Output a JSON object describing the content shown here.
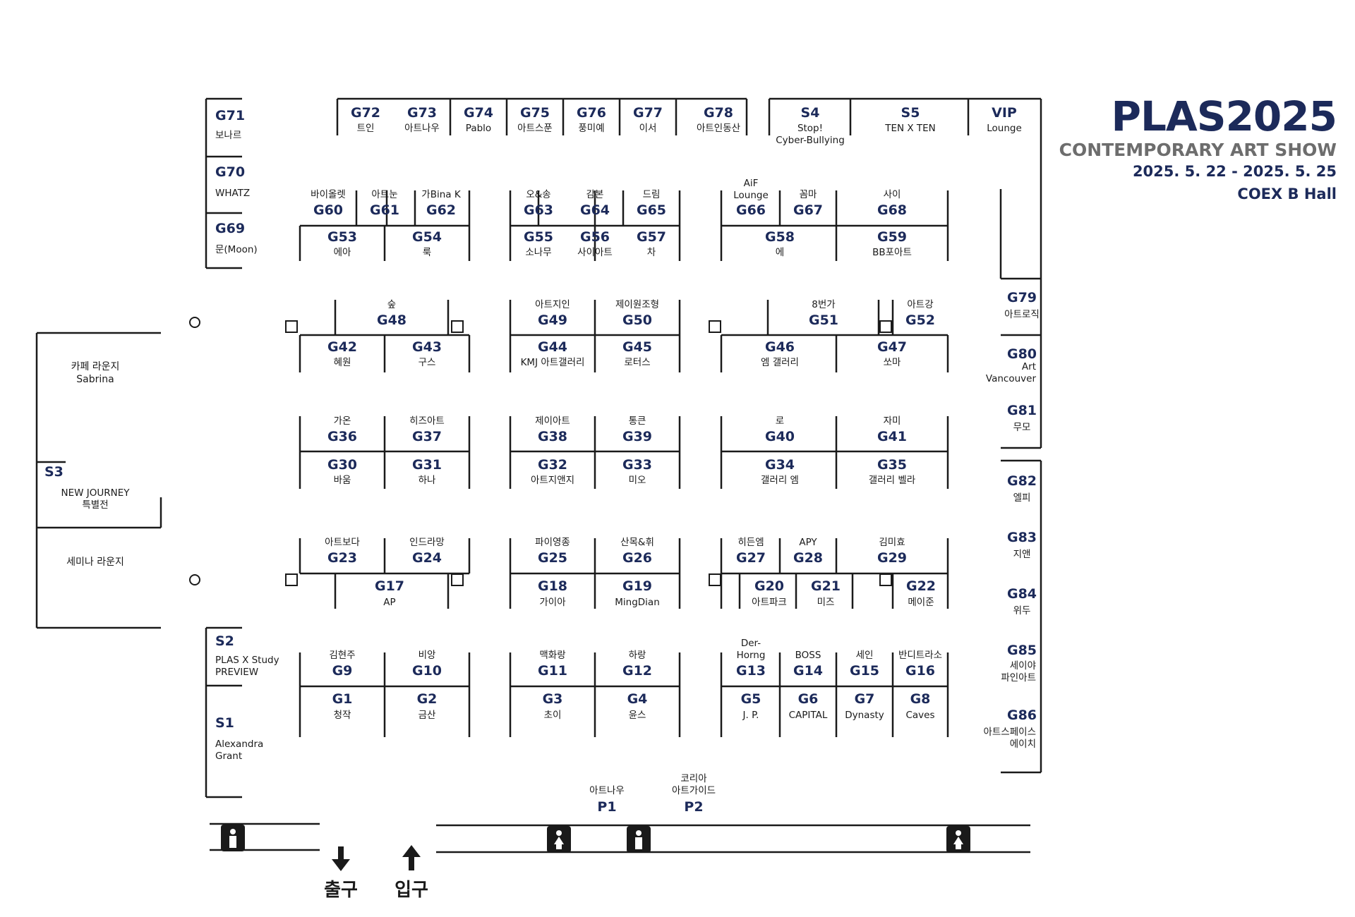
{
  "brand": {
    "logo": "PLAS2025",
    "subtitle": "CONTEMPORARY ART SHOW",
    "dates": "2025. 5. 22 - 2025. 5. 25",
    "venue": "COEX B Hall"
  },
  "lounges": {
    "cafe": [
      "카페 라운지",
      "Sabrina"
    ],
    "seminar": [
      "세미나 라운지"
    ]
  },
  "exits": {
    "exit_label": "출구",
    "entrance_label": "입구"
  },
  "booths": [
    {
      "code": "G72",
      "name": [
        "트인"
      ]
    },
    {
      "code": "G73",
      "name": [
        "아트나우"
      ]
    },
    {
      "code": "G74",
      "name": [
        "Pablo"
      ]
    },
    {
      "code": "G75",
      "name": [
        "아트스푼"
      ]
    },
    {
      "code": "G76",
      "name": [
        "풍미예"
      ]
    },
    {
      "code": "G77",
      "name": [
        "이서"
      ]
    },
    {
      "code": "G78",
      "name": [
        "아트인동산"
      ]
    },
    {
      "code": "S4",
      "name": [
        "Stop!",
        "Cyber-Bullying"
      ]
    },
    {
      "code": "S5",
      "name": [
        "TEN X TEN"
      ]
    },
    {
      "code": "VIP",
      "name": [
        "Lounge"
      ]
    },
    {
      "code": "G71",
      "name": [
        "보나르"
      ]
    },
    {
      "code": "G70",
      "name": [
        "WHATZ"
      ]
    },
    {
      "code": "G69",
      "name": [
        "문(Moon)"
      ]
    },
    {
      "code": "G60",
      "name": [
        "바이올렛"
      ]
    },
    {
      "code": "G61",
      "name": [
        "아트눈"
      ]
    },
    {
      "code": "G62",
      "name": [
        "가Bina K"
      ]
    },
    {
      "code": "G53",
      "name": [
        "에아"
      ]
    },
    {
      "code": "G54",
      "name": [
        "룩"
      ]
    },
    {
      "code": "G63",
      "name": [
        "오&송"
      ]
    },
    {
      "code": "G64",
      "name": [
        "감본"
      ]
    },
    {
      "code": "G65",
      "name": [
        "드림"
      ]
    },
    {
      "code": "G55",
      "name": [
        "소나무"
      ]
    },
    {
      "code": "G56",
      "name": [
        "사이아트"
      ]
    },
    {
      "code": "G57",
      "name": [
        "차"
      ]
    },
    {
      "code": "G66",
      "name": [
        "AiF",
        "Lounge"
      ]
    },
    {
      "code": "G67",
      "name": [
        "꼼마"
      ]
    },
    {
      "code": "G68",
      "name": [
        "사이"
      ]
    },
    {
      "code": "G58",
      "name": [
        "에"
      ]
    },
    {
      "code": "G59",
      "name": [
        "BB포아트"
      ]
    },
    {
      "code": "G48",
      "name": [
        "숲"
      ]
    },
    {
      "code": "G42",
      "name": [
        "혜원"
      ]
    },
    {
      "code": "G43",
      "name": [
        "구스"
      ]
    },
    {
      "code": "G49",
      "name": [
        "아트지인"
      ]
    },
    {
      "code": "G50",
      "name": [
        "제이원조형"
      ]
    },
    {
      "code": "G44",
      "name": [
        "KMJ 아트갤러리"
      ]
    },
    {
      "code": "G45",
      "name": [
        "로터스"
      ]
    },
    {
      "code": "G51",
      "name": [
        "8번가"
      ]
    },
    {
      "code": "G52",
      "name": [
        "아트강"
      ]
    },
    {
      "code": "G46",
      "name": [
        "엠 갤러리"
      ]
    },
    {
      "code": "G47",
      "name": [
        "쏘마"
      ]
    },
    {
      "code": "G79",
      "name": [
        "아트로직"
      ]
    },
    {
      "code": "G80",
      "name": [
        "Art",
        "Vancouver"
      ]
    },
    {
      "code": "G81",
      "name": [
        "무모"
      ]
    },
    {
      "code": "G36",
      "name": [
        "가온"
      ]
    },
    {
      "code": "G37",
      "name": [
        "히즈아트"
      ]
    },
    {
      "code": "G30",
      "name": [
        "바움"
      ]
    },
    {
      "code": "G31",
      "name": [
        "하나"
      ]
    },
    {
      "code": "G38",
      "name": [
        "제이아트"
      ]
    },
    {
      "code": "G39",
      "name": [
        "통큰"
      ]
    },
    {
      "code": "G32",
      "name": [
        "아트지앤지"
      ]
    },
    {
      "code": "G33",
      "name": [
        "미오"
      ]
    },
    {
      "code": "G40",
      "name": [
        "로"
      ]
    },
    {
      "code": "G41",
      "name": [
        "자미"
      ]
    },
    {
      "code": "G34",
      "name": [
        "갤러리 엠"
      ]
    },
    {
      "code": "G35",
      "name": [
        "갤러리 벨라"
      ]
    },
    {
      "code": "S3",
      "name": [
        "NEW JOURNEY",
        "특별전"
      ]
    },
    {
      "code": "G82",
      "name": [
        "엘피"
      ]
    },
    {
      "code": "G83",
      "name": [
        "지앤"
      ]
    },
    {
      "code": "G84",
      "name": [
        "위두"
      ]
    },
    {
      "code": "G23",
      "name": [
        "아트보다"
      ]
    },
    {
      "code": "G24",
      "name": [
        "인드라망"
      ]
    },
    {
      "code": "G17",
      "name": [
        "AP"
      ]
    },
    {
      "code": "G25",
      "name": [
        "파이영종"
      ]
    },
    {
      "code": "G26",
      "name": [
        "산목&휘"
      ]
    },
    {
      "code": "G18",
      "name": [
        "가이아"
      ]
    },
    {
      "code": "G19",
      "name": [
        "MingDian"
      ]
    },
    {
      "code": "G27",
      "name": [
        "히든엠"
      ]
    },
    {
      "code": "G28",
      "name": [
        "APY"
      ]
    },
    {
      "code": "G29",
      "name": [
        "김미효"
      ]
    },
    {
      "code": "G20",
      "name": [
        "아트파크"
      ]
    },
    {
      "code": "G21",
      "name": [
        "미즈"
      ]
    },
    {
      "code": "G22",
      "name": [
        "메이준"
      ]
    },
    {
      "code": "S2",
      "name": [
        "PLAS X Study",
        "PREVIEW"
      ]
    },
    {
      "code": "S1",
      "name": [
        "Alexandra",
        "Grant"
      ]
    },
    {
      "code": "G9",
      "name": [
        "김현주"
      ]
    },
    {
      "code": "G10",
      "name": [
        "비앙"
      ]
    },
    {
      "code": "G1",
      "name": [
        "청작"
      ]
    },
    {
      "code": "G2",
      "name": [
        "금산"
      ]
    },
    {
      "code": "G11",
      "name": [
        "맥화랑"
      ]
    },
    {
      "code": "G12",
      "name": [
        "하랑"
      ]
    },
    {
      "code": "G3",
      "name": [
        "초이"
      ]
    },
    {
      "code": "G4",
      "name": [
        "윤스"
      ]
    },
    {
      "code": "G13",
      "name": [
        "Der-",
        "Horng"
      ]
    },
    {
      "code": "G14",
      "name": [
        "BOSS"
      ]
    },
    {
      "code": "G15",
      "name": [
        "세인"
      ]
    },
    {
      "code": "G16",
      "name": [
        "반디트라소"
      ]
    },
    {
      "code": "G5",
      "name": [
        "J. P."
      ]
    },
    {
      "code": "G6",
      "name": [
        "CAPITAL"
      ]
    },
    {
      "code": "G7",
      "name": [
        "Dynasty"
      ]
    },
    {
      "code": "G8",
      "name": [
        "Caves"
      ]
    },
    {
      "code": "G85",
      "name": [
        "세이야",
        "파인아트"
      ]
    },
    {
      "code": "G86",
      "name": [
        "아트스페이스",
        "에이치"
      ]
    },
    {
      "code": "P1",
      "name": [
        "아트나우"
      ]
    },
    {
      "code": "P2",
      "name": [
        "코리아",
        "아트가이드"
      ]
    }
  ]
}
